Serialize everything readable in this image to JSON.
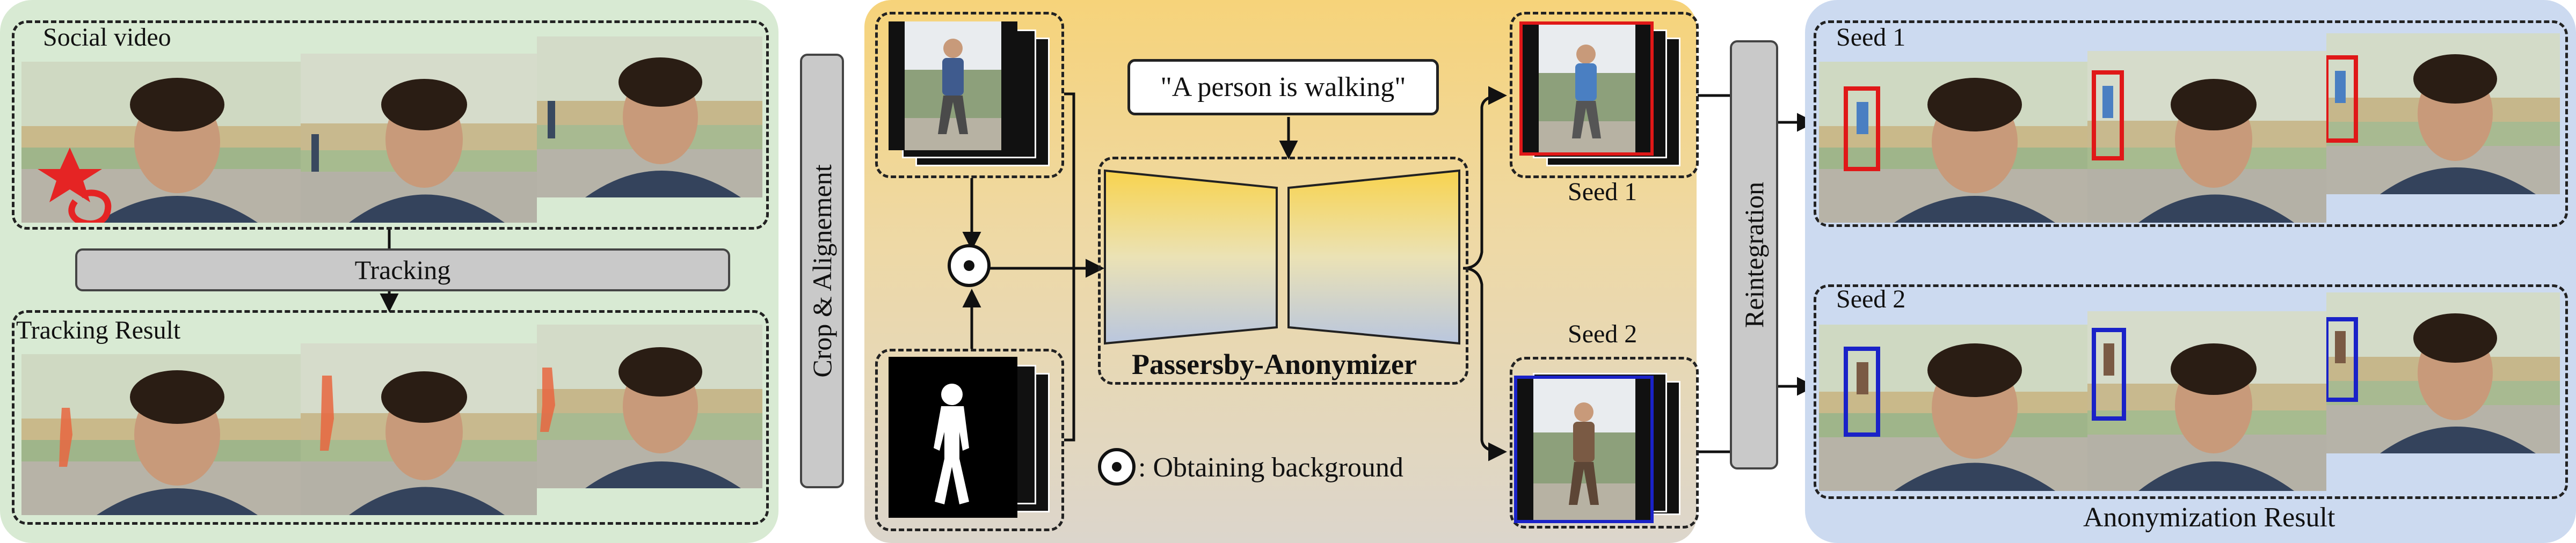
{
  "colors": {
    "green_panel": "#d8ead3",
    "orange_panel_top": "#f6d37a",
    "orange_panel_bottom": "#dcd6cc",
    "blue_panel": "#ccdaf0",
    "seed1_box": "#e01818",
    "seed2_box": "#1a22c8"
  },
  "left": {
    "social_video_label": "Social video",
    "tracking_label": "Tracking",
    "tracking_result_label": "Tracking Result"
  },
  "middle": {
    "crop_label": "Crop & Alignement",
    "prompt": "\"A person is walking\"",
    "model_name": "Passersby-Anonymizer",
    "legend_text": ": Obtaining background"
  },
  "right_inner": {
    "seed1_label": "Seed 1",
    "seed2_label": "Seed 2",
    "reintegration_label": "Reintegration"
  },
  "right": {
    "seed1_label": "Seed 1",
    "seed2_label": "Seed 2",
    "result_label": "Anonymization Result"
  }
}
